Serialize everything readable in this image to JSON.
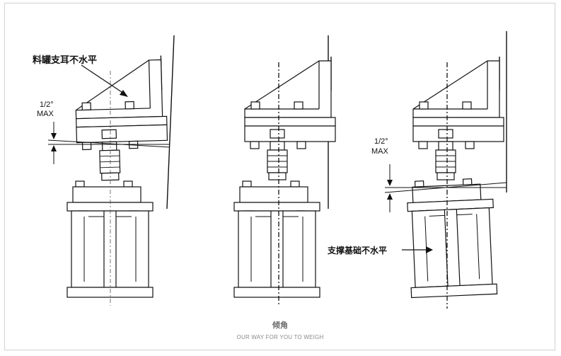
{
  "labels": {
    "bracket_not_level": "料罐支耳不水平",
    "base_not_level": "支撑基础不水平"
  },
  "angle_left": {
    "value": "1/2°",
    "unit": "MAX"
  },
  "angle_right": {
    "value": "1/2°",
    "unit": "MAX"
  },
  "caption": {
    "title": "倾角",
    "subtitle": "OUR WAY FOR YOU TO WEIGH"
  }
}
